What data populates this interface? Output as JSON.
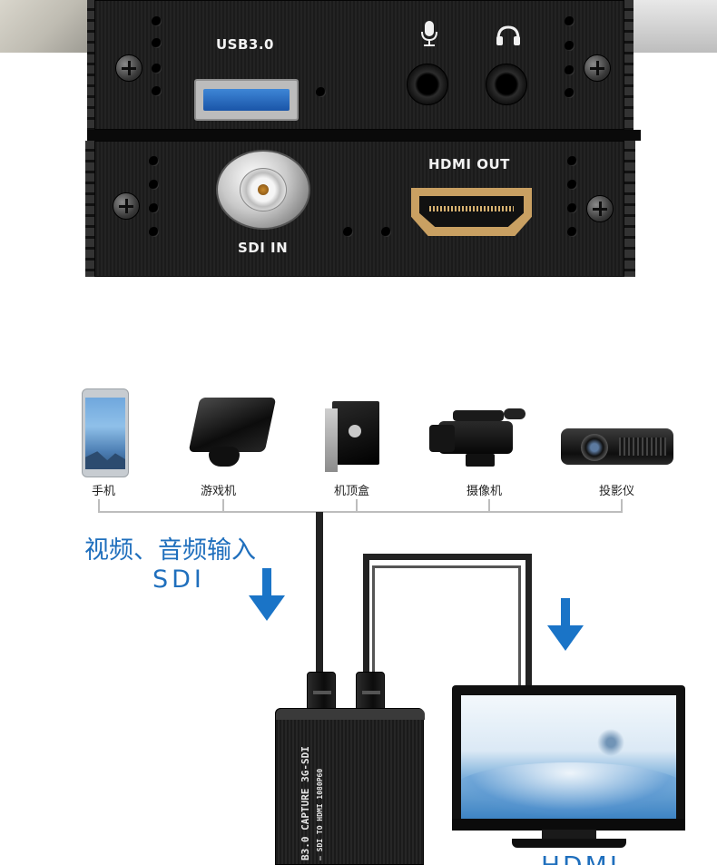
{
  "hardware": {
    "usb_label": "USB3.0",
    "hdmi_out_label": "HDMI OUT",
    "sdi_in_label": "SDI IN",
    "icons": [
      "microphone-icon",
      "headphones-icon"
    ]
  },
  "devices": [
    {
      "label": "手机",
      "icon": "smartphone"
    },
    {
      "label": "游戏机",
      "icon": "game-console"
    },
    {
      "label": "机顶盒",
      "icon": "set-top-box"
    },
    {
      "label": "摄像机",
      "icon": "video-camera"
    },
    {
      "label": "投影仪",
      "icon": "projector"
    }
  ],
  "diagram": {
    "input_title": "视频、音频输入",
    "input_subtitle": "SDI",
    "output_title": "HDMI",
    "device_text_line1": "B3.0 CAPTURE 3G-SDI",
    "device_text_line2": "— SDI TO HDMI 1080P60",
    "accent_color": "#1f6fbd"
  }
}
